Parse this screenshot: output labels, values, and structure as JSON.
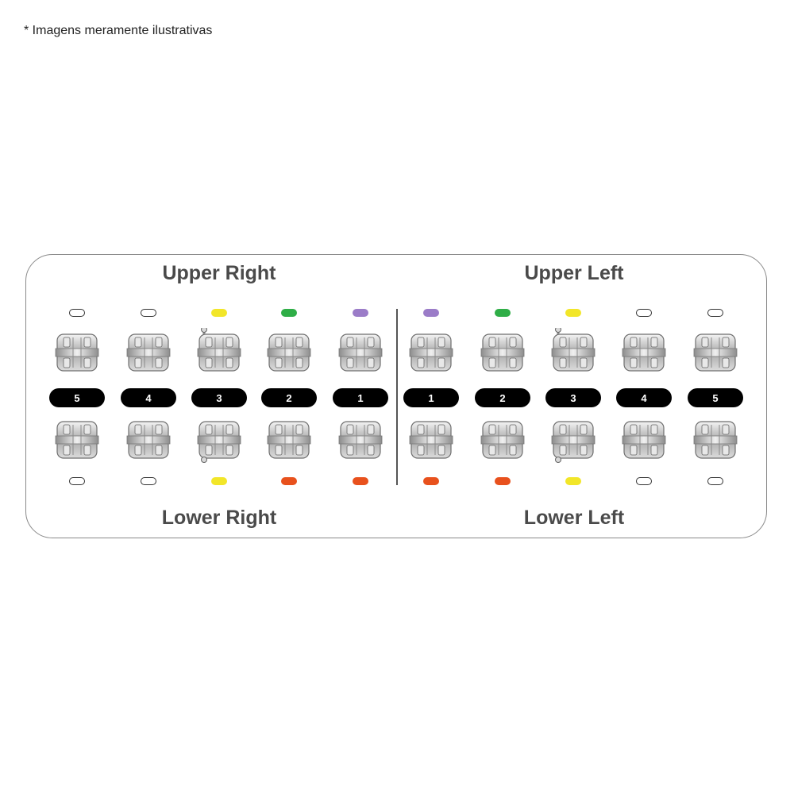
{
  "disclaimer": "* Imagens meramente ilustrativas",
  "quadrants": {
    "upper_right": "Upper Right",
    "upper_left": "Upper Left",
    "lower_right": "Lower Right",
    "lower_left": "Lower Left"
  },
  "colors": {
    "yellow": "#f2e629",
    "green": "#2fae47",
    "purple": "#9b7cc8",
    "orange": "#e8511d",
    "outline": "outline"
  },
  "columns": [
    {
      "number": "5",
      "upper_color": "outline",
      "lower_color": "outline",
      "hook_upper": false,
      "hook_lower": false
    },
    {
      "number": "4",
      "upper_color": "outline",
      "lower_color": "outline",
      "hook_upper": false,
      "hook_lower": false
    },
    {
      "number": "3",
      "upper_color": "yellow",
      "lower_color": "yellow",
      "hook_upper": true,
      "hook_lower": true
    },
    {
      "number": "2",
      "upper_color": "green",
      "lower_color": "orange",
      "hook_upper": false,
      "hook_lower": false
    },
    {
      "number": "1",
      "upper_color": "purple",
      "lower_color": "orange",
      "hook_upper": false,
      "hook_lower": false
    },
    {
      "number": "1",
      "upper_color": "purple",
      "lower_color": "orange",
      "hook_upper": false,
      "hook_lower": false
    },
    {
      "number": "2",
      "upper_color": "green",
      "lower_color": "orange",
      "hook_upper": false,
      "hook_lower": false
    },
    {
      "number": "3",
      "upper_color": "yellow",
      "lower_color": "yellow",
      "hook_upper": true,
      "hook_lower": true
    },
    {
      "number": "4",
      "upper_color": "outline",
      "lower_color": "outline",
      "hook_upper": false,
      "hook_lower": false
    },
    {
      "number": "5",
      "upper_color": "outline",
      "lower_color": "outline",
      "hook_upper": false,
      "hook_lower": false
    }
  ]
}
